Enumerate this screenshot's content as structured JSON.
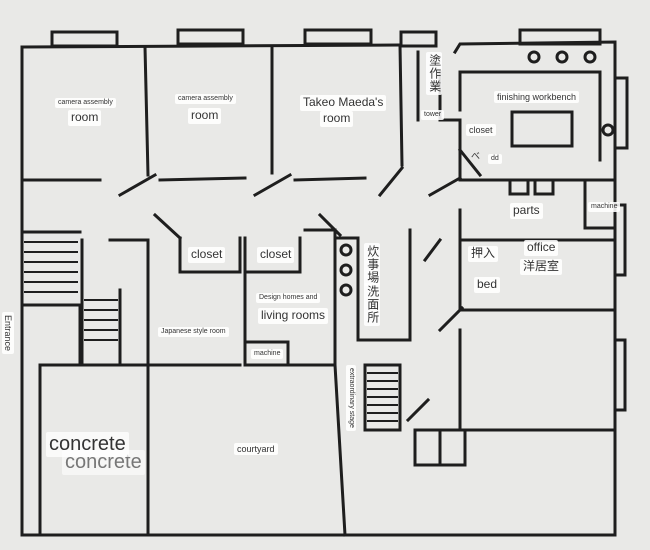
{
  "rooms": {
    "camera_assembly_1_top": "camera assembly",
    "camera_assembly_1_main": "room",
    "camera_assembly_2_top": "camera assembly",
    "camera_assembly_2_main": "room",
    "takeo_line1": "Takeo Maeda's",
    "takeo_line2": "room",
    "tower_kanji": "塗作業",
    "tower": "tower",
    "finishing": "finishing workbench",
    "closet_top": "closet",
    "closet_mark": "べ",
    "dd": "dd",
    "parts": "parts",
    "machine_right": "machine",
    "office": "office",
    "office_kanji": "洋居室",
    "oshiire_kanji": "押入",
    "bed": "bed",
    "closet_mid_left": "closet",
    "closet_mid_right": "closet",
    "kitchen_kanji": "炊事場",
    "washroom_kanji": "洗面所",
    "design_line1": "Design homes and",
    "design_line2": "living rooms",
    "japanese_room": "Japanese style room",
    "machine_mid": "machine",
    "extraordinary": "extraordinary stage",
    "entrance": "Entrance",
    "concrete_big": "concrete",
    "concrete_shadow": "concrete",
    "courtyard": "courtyard"
  },
  "colors": {
    "paper": "#e9e9e7",
    "ink": "#1e1e1e",
    "label_bg": "#ffffff"
  }
}
